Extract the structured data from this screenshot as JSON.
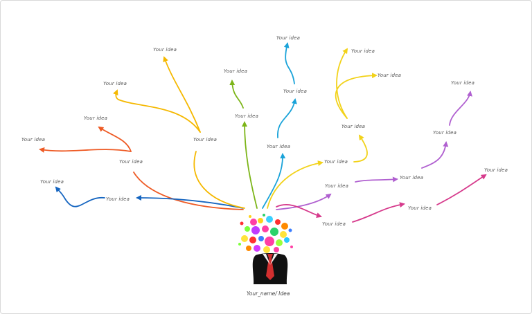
{
  "diagram": {
    "root_label": "Your_name/ Idea",
    "node_label": "Your idea",
    "branch_colors": {
      "orange_red": "#ee5a24",
      "blue": "#1565c0",
      "amber": "#f5b800",
      "green": "#7cb518",
      "cyan": "#1aa3d9",
      "yellow": "#f2d21a",
      "purple": "#b060d0",
      "magenta": "#d63a8c"
    },
    "nodes": [
      {
        "label": "Your idea"
      },
      {
        "label": "Your idea"
      },
      {
        "label": "Your idea"
      },
      {
        "label": "Your idea"
      },
      {
        "label": "Your idea"
      },
      {
        "label": "Your idea"
      },
      {
        "label": "Your idea"
      },
      {
        "label": "Your idea"
      },
      {
        "label": "Your idea"
      },
      {
        "label": "Your idea"
      },
      {
        "label": "Your idea"
      },
      {
        "label": "Your idea"
      },
      {
        "label": "Your idea"
      },
      {
        "label": "Your idea"
      },
      {
        "label": "Your idea"
      },
      {
        "label": "Your idea"
      },
      {
        "label": "Your idea"
      },
      {
        "label": "Your idea"
      },
      {
        "label": "Your idea"
      },
      {
        "label": "Your idea"
      },
      {
        "label": "Your idea"
      }
    ]
  }
}
